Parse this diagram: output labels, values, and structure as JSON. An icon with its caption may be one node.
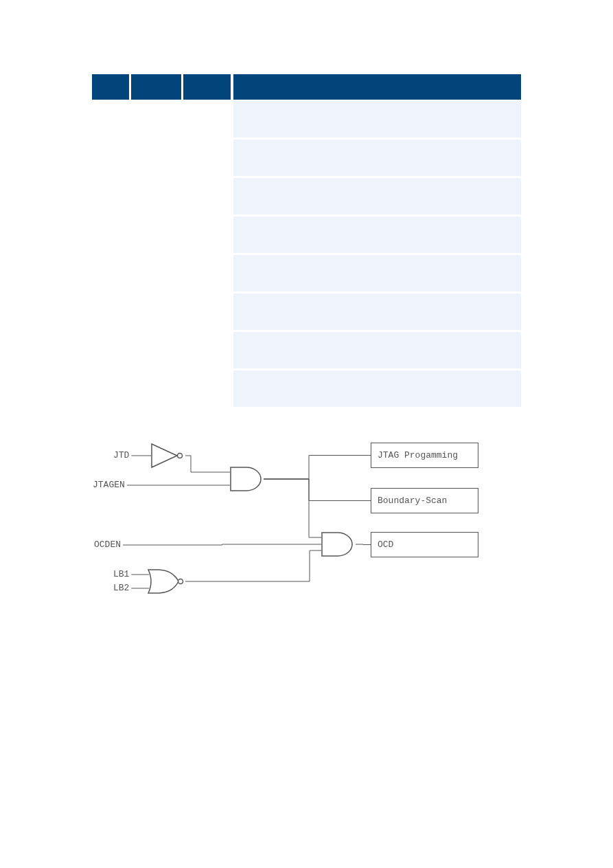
{
  "diagram": {
    "nodes": [
      {
        "text": [
          "JTD"
        ]
      },
      {
        "text": [
          "JTAGEN"
        ]
      },
      {
        "text": [
          "OCDEN"
        ]
      },
      {
        "text": [
          "LB1"
        ]
      },
      {
        "text": [
          "LB2"
        ]
      },
      {
        "text": [],
        "shape": "triangle"
      },
      {
        "text": [],
        "shape": "gate"
      },
      {
        "text": [],
        "shape": "gate"
      },
      {
        "text": [],
        "shape": "gate"
      },
      {
        "text": [
          "JTAG Progamming"
        ]
      },
      {
        "text": [
          "Boundary-Scan"
        ]
      },
      {
        "text": [
          "OCD"
        ]
      }
    ],
    "edges": [
      {
        "from": 0,
        "to": 5,
        "arrow": "none"
      },
      {
        "from": 5,
        "to": 6,
        "arrow": "none"
      },
      {
        "from": 1,
        "to": 6,
        "arrow": "none"
      },
      {
        "from": 6,
        "to": 9,
        "arrow": "none"
      },
      {
        "from": 6,
        "to": 10,
        "arrow": "none"
      },
      {
        "from": 6,
        "to": 8,
        "arrow": "none"
      },
      {
        "from": 2,
        "to": 8,
        "arrow": "none"
      },
      {
        "from": 3,
        "to": 7,
        "arrow": "none"
      },
      {
        "from": 4,
        "to": 7,
        "arrow": "none"
      },
      {
        "from": 7,
        "to": 8,
        "arrow": "none"
      },
      {
        "from": 8,
        "to": 11,
        "arrow": "none"
      }
    ]
  }
}
